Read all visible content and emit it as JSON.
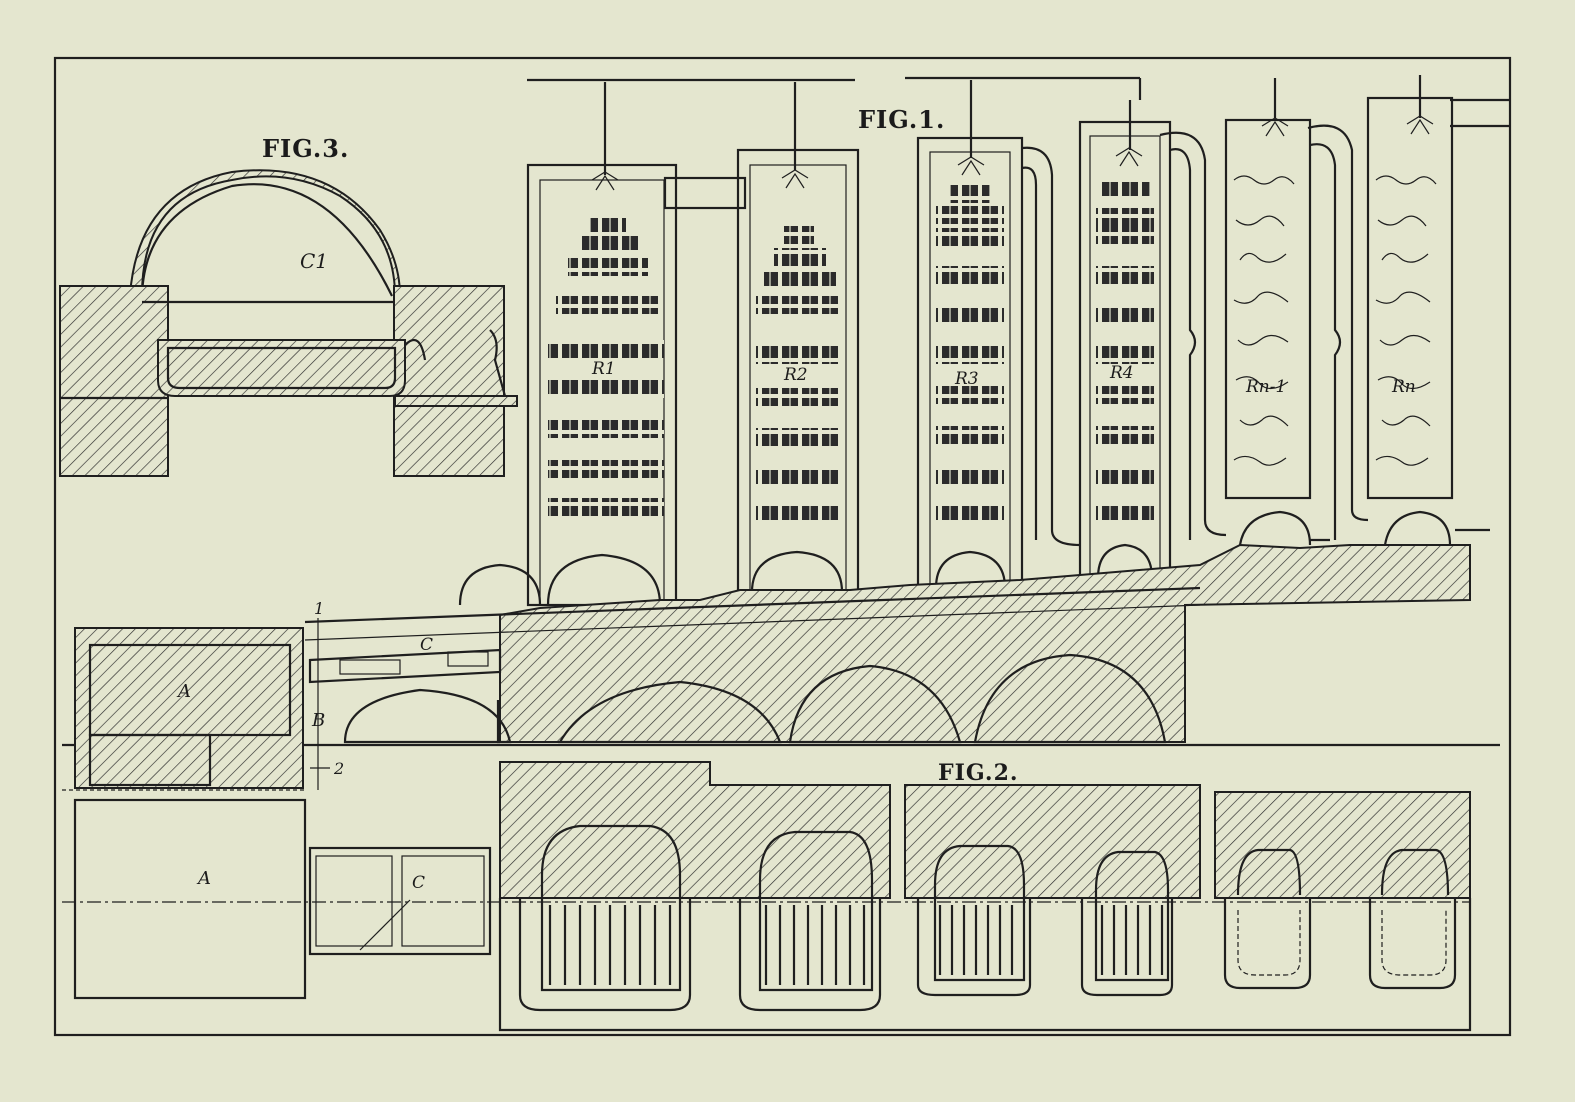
{
  "figures": {
    "fig1": "FIG.1.",
    "fig2": "FIG.2.",
    "fig3": "FIG.3."
  },
  "labels": {
    "r1": "R1",
    "r2": "R2",
    "r3": "R3",
    "r4": "R4",
    "rn1": "Rn-1",
    "rn": "Rn",
    "a_top": "A",
    "a_bottom": "A",
    "b": "B",
    "c_top": "C",
    "c_bottom": "C",
    "c1": "C1",
    "mark1": "1",
    "mark2": "2"
  },
  "colors": {
    "paper": "#e4e6cf",
    "ink": "#1f1f1f"
  }
}
